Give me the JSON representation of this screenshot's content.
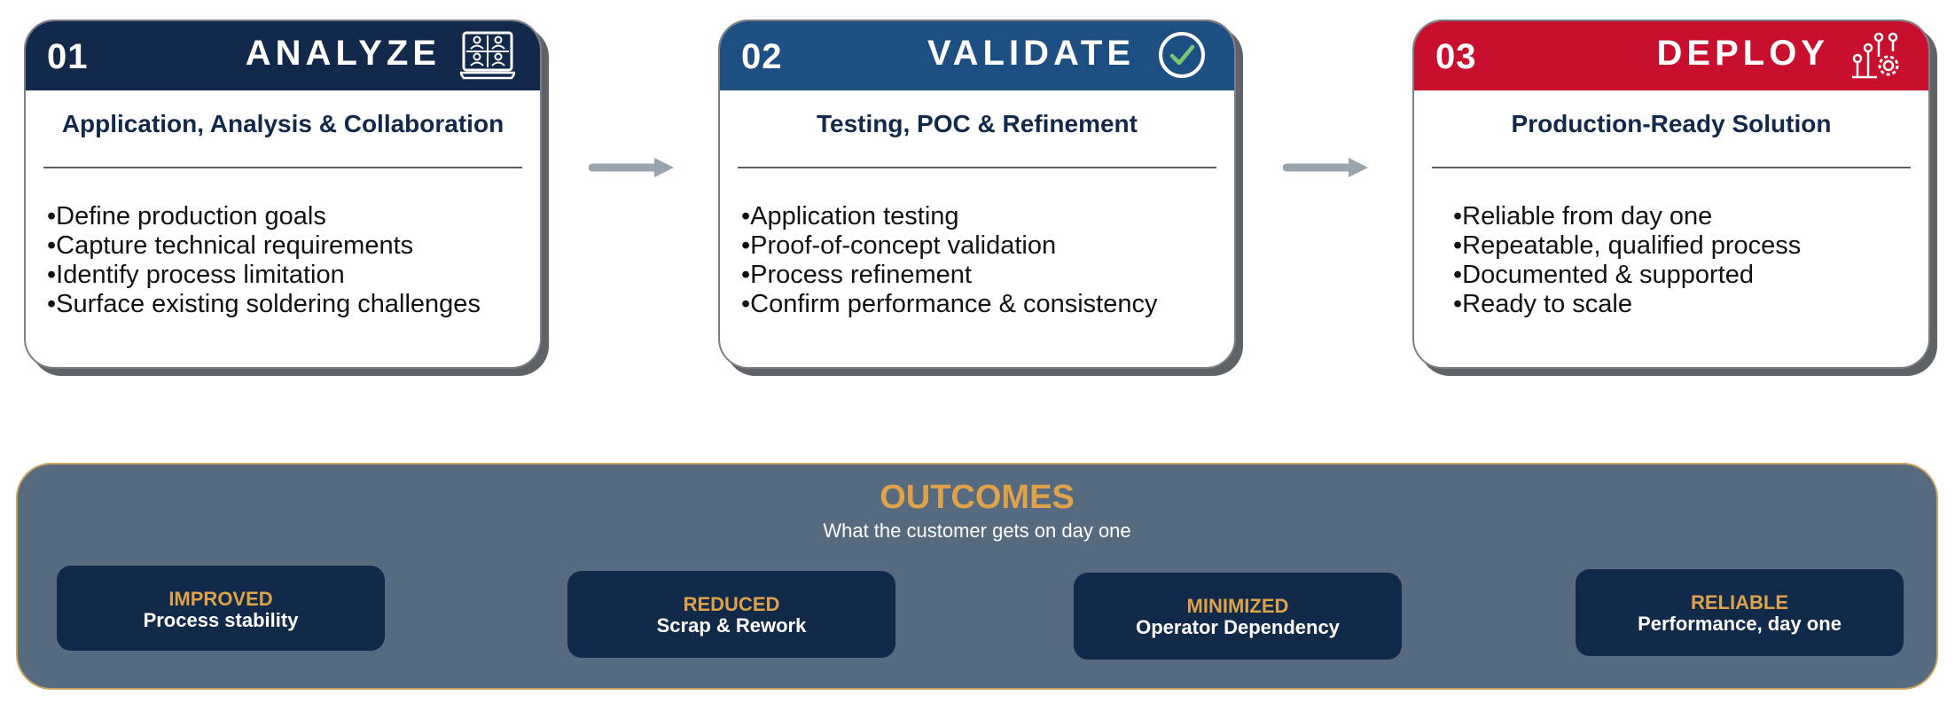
{
  "stages": [
    {
      "number": "01",
      "title": "ANALYZE",
      "icon": "collaboration-screen-icon",
      "subtitle": "Application, Analysis & Collaboration",
      "items": [
        "Define production goals",
        "Capture technical requirements",
        "Identify process limitation",
        "Surface existing soldering challenges"
      ],
      "color": "#13294b"
    },
    {
      "number": "02",
      "title": "VALIDATE",
      "icon": "check-circle-icon",
      "subtitle": "Testing, POC & Refinement",
      "items": [
        "Application testing",
        "Proof-of-concept validation",
        "Process refinement",
        "Confirm performance & consistency"
      ],
      "color": "#1e4f82"
    },
    {
      "number": "03",
      "title": "DEPLOY",
      "icon": "gears-network-icon",
      "subtitle": "Production-Ready Solution",
      "items": [
        "Reliable from day one",
        "Repeatable, qualified process",
        "Documented & supported",
        "Ready to scale"
      ],
      "color": "#c8102e"
    }
  ],
  "arrows": [
    "arrow-right-icon",
    "arrow-right-icon"
  ],
  "outcomes": {
    "title": "OUTCOMES",
    "subtitle": "What the customer gets on day one",
    "background": "#566a80",
    "accent": "#dda24a",
    "cards": [
      {
        "heading": "IMPROVED",
        "text": "Process stability"
      },
      {
        "heading": "REDUCED",
        "text": "Scrap & Rework"
      },
      {
        "heading": "MINIMIZED",
        "text": "Operator Dependency"
      },
      {
        "heading": "RELIABLE",
        "text": "Performance, day one"
      }
    ]
  }
}
